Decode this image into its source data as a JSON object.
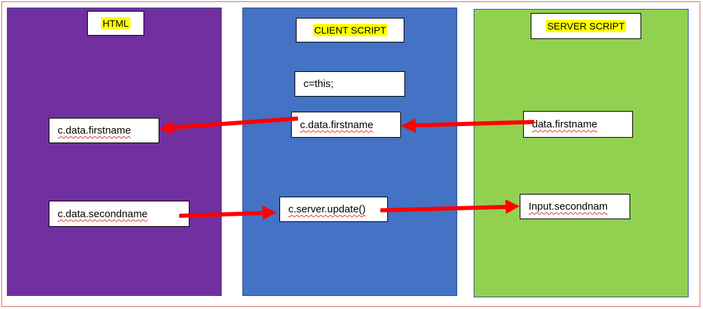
{
  "colors": {
    "html_panel": "#7030a0",
    "client_panel": "#4472c4",
    "server_panel": "#92d050",
    "title_highlight": "#ffff00",
    "arrow": "#ff0000"
  },
  "panels": {
    "html": {
      "title": "HTML",
      "boxes": [
        "c.data.firstname",
        "c.data.secondname"
      ]
    },
    "client": {
      "title": "CLIENT SCRIPT",
      "boxes": [
        "c=this;",
        "c.data.firstname",
        "c.server.update()"
      ]
    },
    "server": {
      "title": "SERVER SCRIPT",
      "boxes": [
        "data.firstname",
        "Input.secondnam"
      ]
    }
  }
}
